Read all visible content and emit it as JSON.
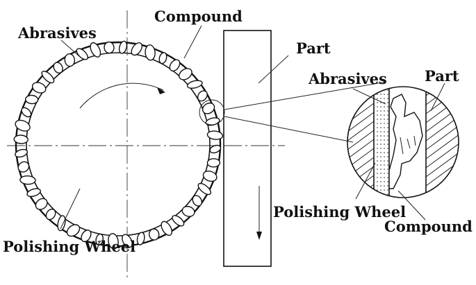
{
  "labels": {
    "abrasives_main": "Abrasives",
    "compound_main": "Compound",
    "part_main": "Part",
    "polishing_wheel_main": "Polishing Wheel",
    "abrasives_detail": "Abrasives",
    "part_detail": "Part",
    "polishing_wheel_detail": "Polishing Wheel",
    "compound_detail": "Compound"
  },
  "colors": {
    "ink": "#111111",
    "background": "#ffffff"
  }
}
